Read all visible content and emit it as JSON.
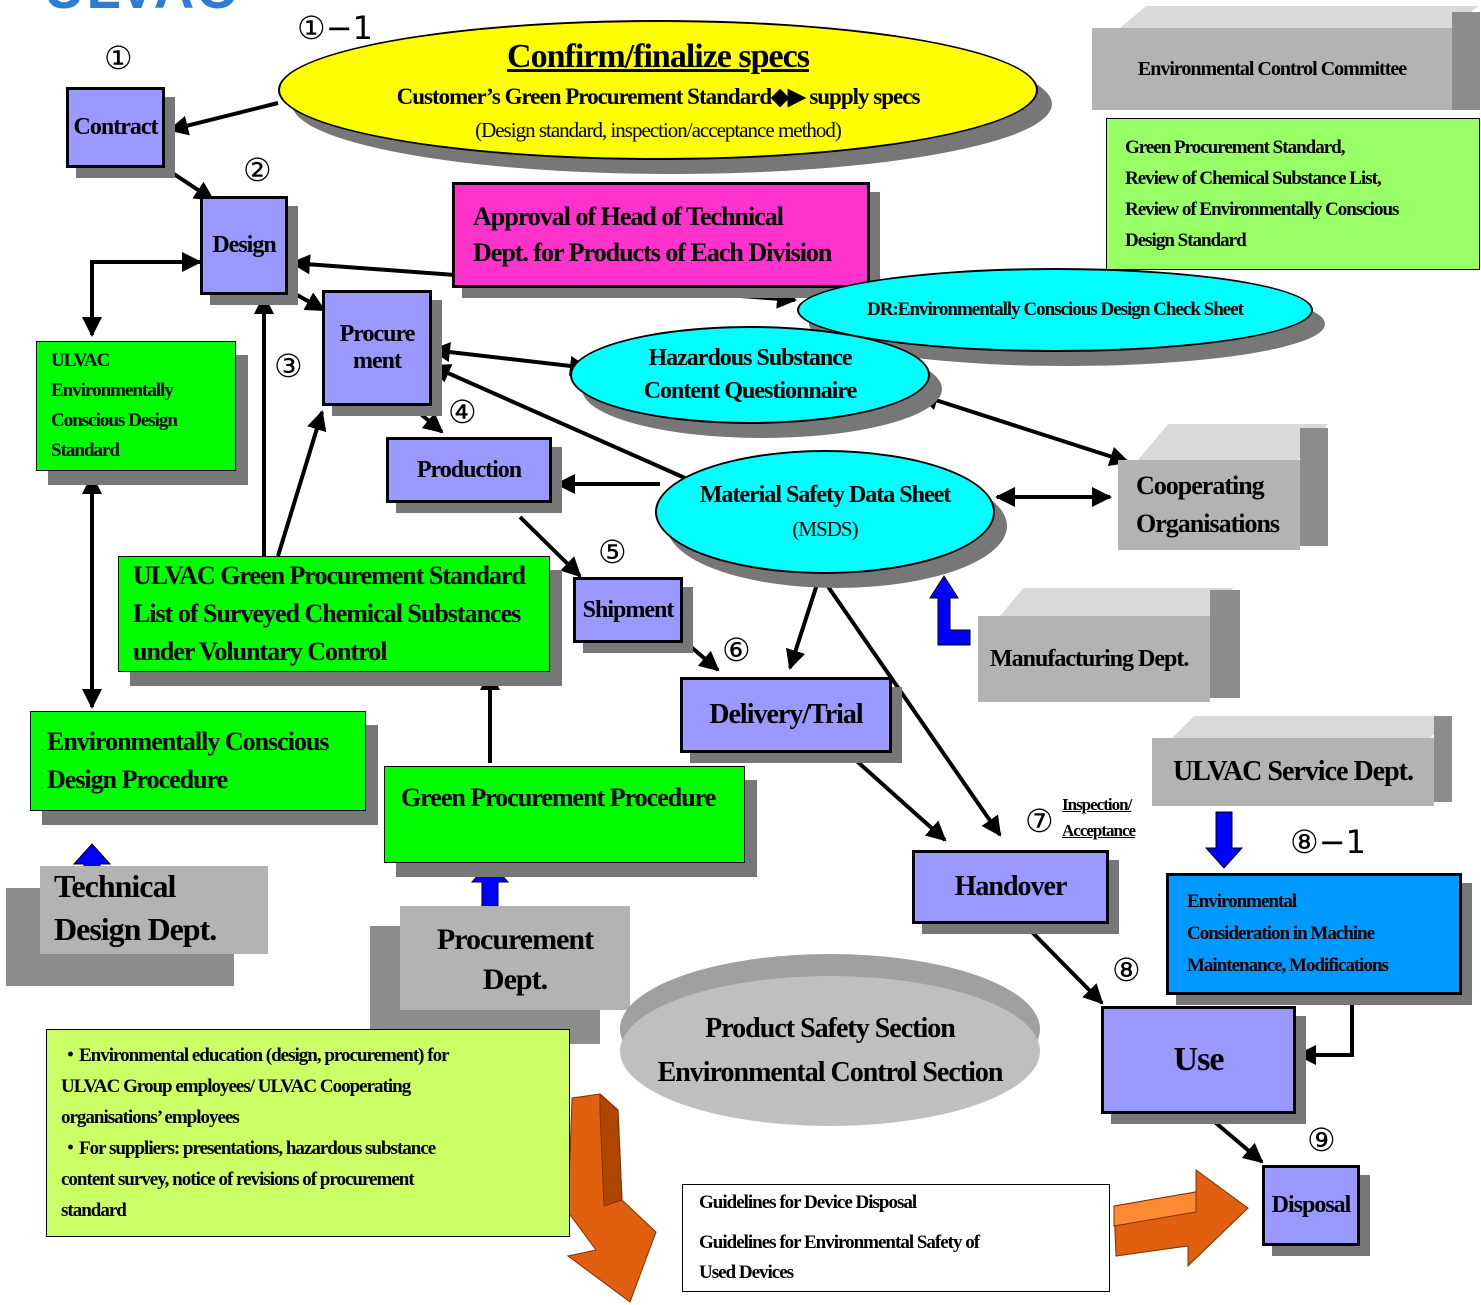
{
  "header_logo": "ULVAC",
  "spec_ellipse": {
    "title": "Confirm/finalize specs",
    "line2": "Customer’s Green Procurement Standard◆▶ supply specs",
    "line3": "(Design standard, inspection/acceptance method)"
  },
  "steps": {
    "n1": "①",
    "n1_1": "①−1",
    "n2": "②",
    "n3": "③",
    "n4": "④",
    "n5": "⑤",
    "n6": "⑥",
    "n7": "⑦",
    "n8": "⑧",
    "n8_1": "⑧−1",
    "n9": "⑨"
  },
  "boxes": {
    "contract": "Contract",
    "design": "Design",
    "procurement_1": "Procure",
    "procurement_2": "ment",
    "production": "Production",
    "shipment": "Shipment",
    "delivery": "Delivery/Trial",
    "handover": "Handover",
    "use": "Use",
    "disposal": "Disposal"
  },
  "approval": {
    "line1": "Approval of Head of Technical",
    "line2": "Dept. for Products of Each Division"
  },
  "dr_check": "DR:Environmentally Conscious Design Check Sheet",
  "hazardous": {
    "line1": "Hazardous Substance",
    "line2": "Content Questionnaire"
  },
  "msds": {
    "line1": "Material Safety Data Sheet",
    "line2": "(MSDS)"
  },
  "committee": {
    "label": "Environmental Control Committee",
    "review_lines": [
      "Green Procurement Standard,",
      "Review of Chemical Substance List,",
      "Review of Environmentally Conscious",
      "Design Standard"
    ]
  },
  "ulvac_std": [
    "ULVAC",
    "Environmentally",
    "Conscious Design",
    "Standard"
  ],
  "gps_list": [
    "ULVAC Green Procurement Standard",
    "List of Surveyed Chemical Substances",
    "under Voluntary Control"
  ],
  "env_procedure": [
    "Environmentally Conscious",
    "Design Procedure"
  ],
  "gp_procedure": "Green Procurement Procedure",
  "depts": {
    "technical": [
      "Technical",
      "Design Dept."
    ],
    "procurement": [
      "Procurement",
      "Dept."
    ],
    "cooperating": [
      "Cooperating",
      "Organisations"
    ],
    "manufacturing": "Manufacturing Dept.",
    "service": "ULVAC Service Dept."
  },
  "inspection": [
    "Inspection/",
    "Acceptance"
  ],
  "maintenance": [
    "Environmental",
    "Consideration in Machine",
    "Maintenance, Modifications"
  ],
  "product_safety": [
    "Product Safety Section",
    "Environmental Control Section"
  ],
  "education": [
    "・Environmental education (design, procurement) for",
    "ULVAC Group employees/ ULVAC Cooperating",
    "organisations’ employees",
    "・For suppliers: presentations, hazardous substance",
    "content survey, notice of revisions of procurement",
    "standard"
  ],
  "guidelines": [
    "Guidelines for Device Disposal",
    "Guidelines for Environmental Safety of",
    "Used Devices"
  ],
  "colors": {
    "process_box": "#9999ff",
    "standard_box": "#00ff00",
    "questionnaire": "#00ffff",
    "approval": "#ff33cc",
    "spec_ellipse": "#ffff00",
    "maintenance": "#0099ff",
    "education": "#ccff66",
    "dept_block": "#b3b3b3",
    "big_arrow": "#dd5500",
    "small_arrow": "#0000ff"
  }
}
